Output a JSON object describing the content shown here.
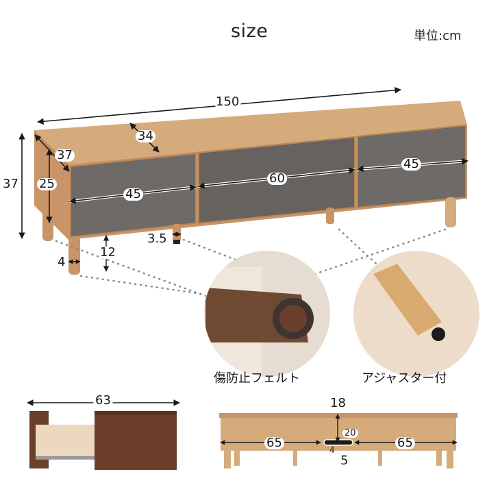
{
  "header": {
    "title": "size",
    "unit_label": "単位:cm"
  },
  "colors": {
    "wood_light": "#d6ab7c",
    "wood_top": "#d9b48a",
    "wood_edge": "#c08a58",
    "fabric_gray": "#6d6a67",
    "fabric_dark": "#5b5855",
    "walnut": "#6b3f2a",
    "drawer_inside": "#ecd8bf",
    "dotted_line": "#888888",
    "text": "#1a1a1a"
  },
  "main_view": {
    "dimensions": {
      "total_width": "150",
      "top_depth": "34",
      "side_depth": "37",
      "total_height": "37",
      "body_height": "25",
      "left_drawer_width": "45",
      "center_drawer_width": "60",
      "right_drawer_width": "45",
      "floor_clearance": "12",
      "leg_diameter": "4",
      "adjuster_height": "3.5"
    }
  },
  "detail_callouts": [
    {
      "label": "傷防止フェルト",
      "icon": "felt-pad-leg"
    },
    {
      "label": "アジャスター付",
      "icon": "adjuster-leg"
    }
  ],
  "drawer_view": {
    "drawer_depth": "63"
  },
  "back_view": {
    "cable_hole_height_from_top": "18",
    "left_span": "65",
    "right_span": "65",
    "cable_hole_width": "20",
    "cable_hole_height": "4",
    "cable_hole_bottom_offset": "5"
  }
}
